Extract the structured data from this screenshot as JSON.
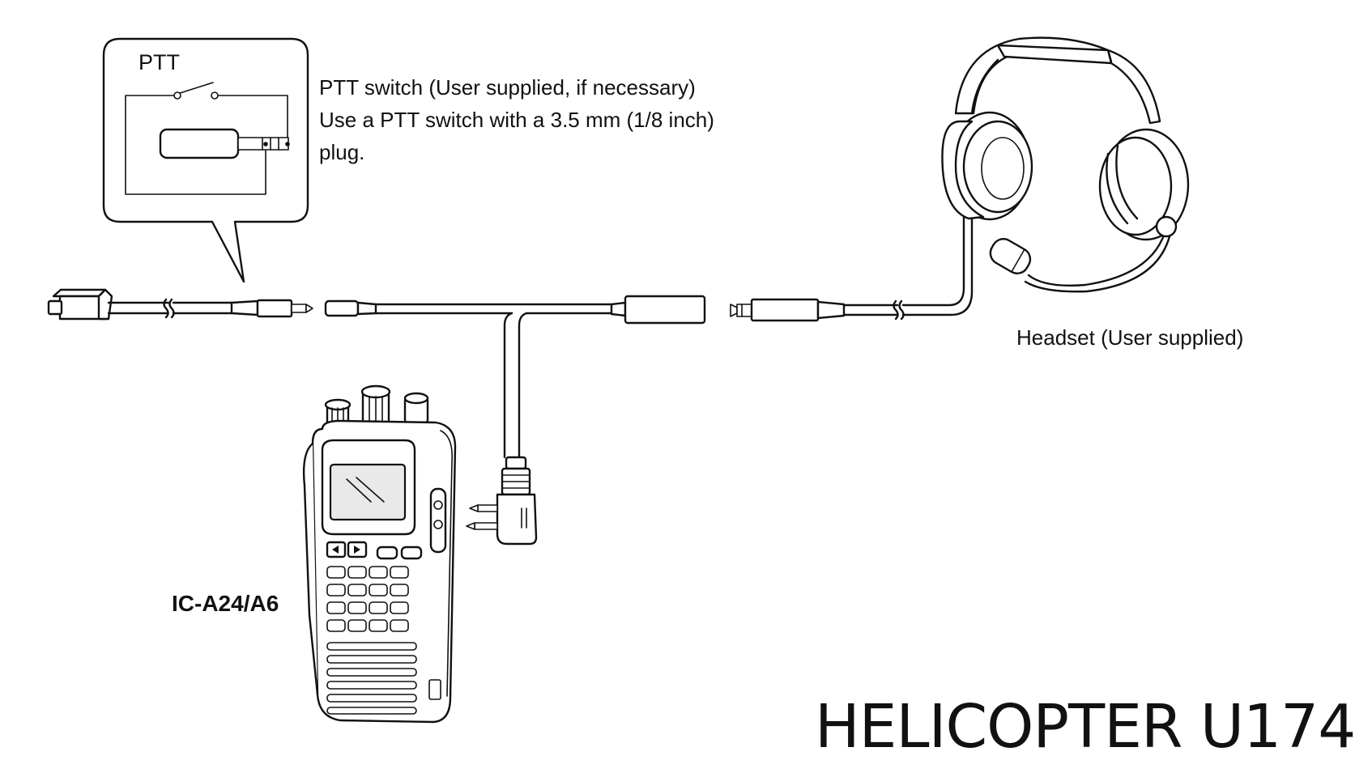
{
  "callout": {
    "ptt_label": "PTT"
  },
  "ptt_description": {
    "line1": "PTT switch (User supplied, if necessary)",
    "line2": "Use a PTT switch with a 3.5 mm (1/8 inch)",
    "line3": "plug."
  },
  "headset": {
    "label": "Headset (User supplied)"
  },
  "radio": {
    "label": "IC-A24/A6"
  },
  "model": {
    "code": "HELICOPTER U174"
  }
}
